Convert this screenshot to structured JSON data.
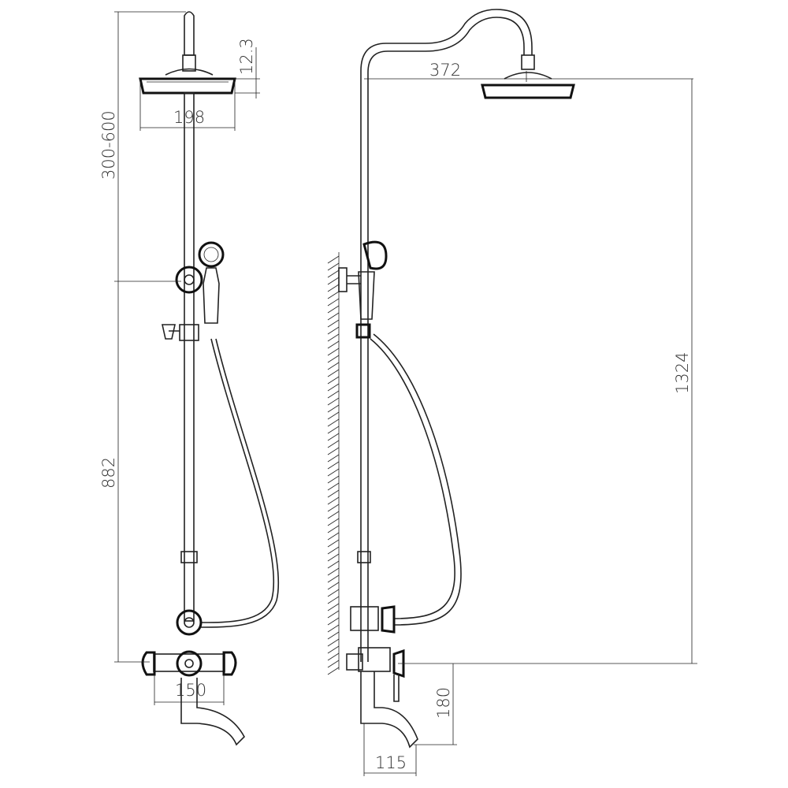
{
  "title": "Shower system dimension drawing",
  "dimensions": {
    "head_height": "12.3",
    "head_diameter": "198",
    "rod_adjust": "300-600",
    "lower_height": "882",
    "handle_spacing": "150",
    "arm_reach": "372",
    "total_height": "1324",
    "spout_height": "180",
    "spout_reach": "115"
  },
  "colors": {
    "line": "#222222",
    "background": "#ffffff"
  }
}
